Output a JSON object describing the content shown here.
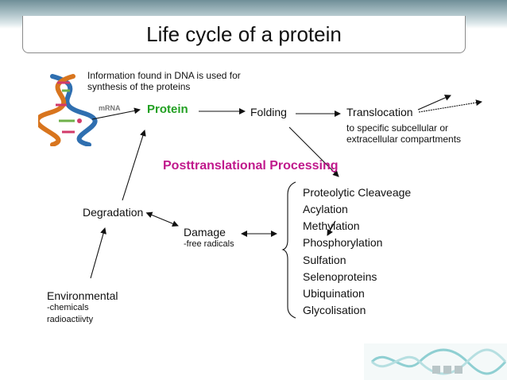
{
  "title": "Life cycle of a protein",
  "info_text": [
    "Information found in DNA is used for",
    "synthesis of  the proteins"
  ],
  "mrna": "mRNA",
  "protein": "Protein",
  "folding": "Folding",
  "translocation": "Translocation",
  "translocation_detail": [
    "to specific subcellular or",
    "extracellular compartments"
  ],
  "ptp_title": "Posttranslational Processing",
  "processes": [
    "Proteolytic Cleaveage",
    "Acylation",
    "Methylation",
    "Phosphorylation",
    "Sulfation",
    "Selenoproteins",
    "Ubiquination",
    "Glycolisation"
  ],
  "degradation": "Degradation",
  "damage": "Damage",
  "damage_detail": "-free radicals",
  "environmental": "Environmental",
  "env_detail": [
    "-chemicals",
    "radioactiivty"
  ],
  "colors": {
    "protein": "#22a022",
    "ptp": "#c0198c"
  },
  "icons": [
    "dna-helix-icon",
    "dna-logo-icon"
  ]
}
